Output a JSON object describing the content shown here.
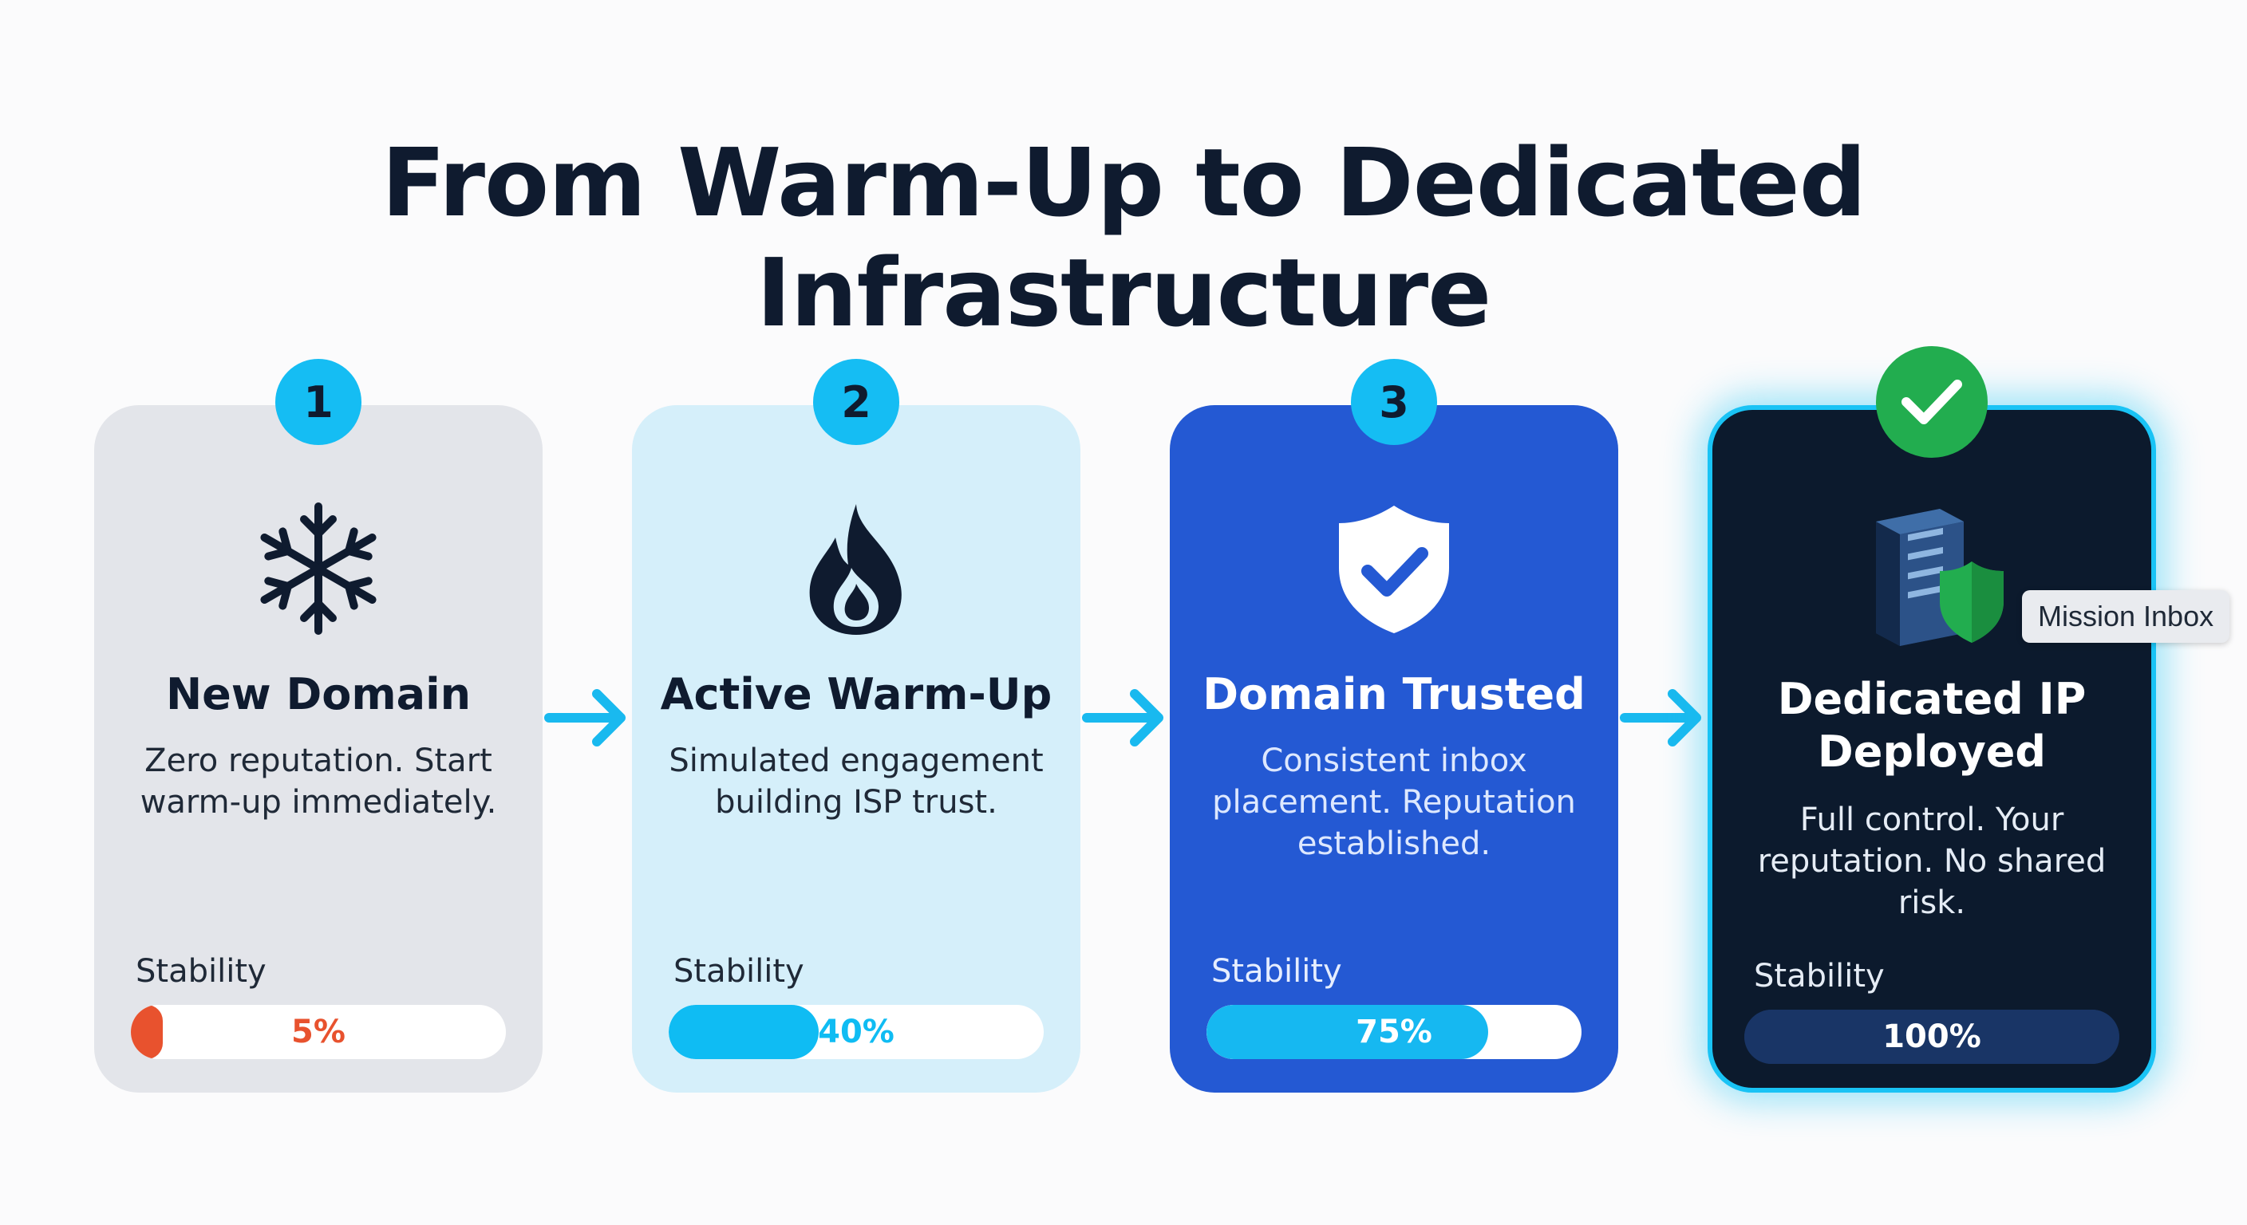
{
  "title": "From Warm-Up to Dedicated Infrastructure",
  "tooltip": "Mission Inbox",
  "stability_label": "Stability",
  "stages": [
    {
      "badge": "1",
      "icon": "snowflake-icon",
      "name": "New Domain",
      "desc": "Zero reputation. Start warm-up immediately.",
      "stability": 5,
      "stability_text": "5%"
    },
    {
      "badge": "2",
      "icon": "flame-icon",
      "name": "Active Warm-Up",
      "desc": "Simulated engagement building ISP trust.",
      "stability": 40,
      "stability_text": "40%"
    },
    {
      "badge": "3",
      "icon": "shield-check-icon",
      "name": "Domain Trusted",
      "desc": "Consistent inbox placement. Reputation established.",
      "stability": 75,
      "stability_text": "75%"
    },
    {
      "badge": "",
      "icon": "checkmark-icon",
      "name": "Dedicated IP Deployed",
      "desc": "Full control. Your reputation. No shared risk.",
      "stability": 100,
      "stability_text": "100%"
    }
  ],
  "colors": {
    "stage1_bg": "#e3e5ea",
    "stage2_bg": "#d5effa",
    "stage3_bg": "#2459d3",
    "stage4_bg": "#0c1a2d",
    "accent": "#15bdf3",
    "success": "#22ad4f",
    "warning": "#e8522e"
  }
}
